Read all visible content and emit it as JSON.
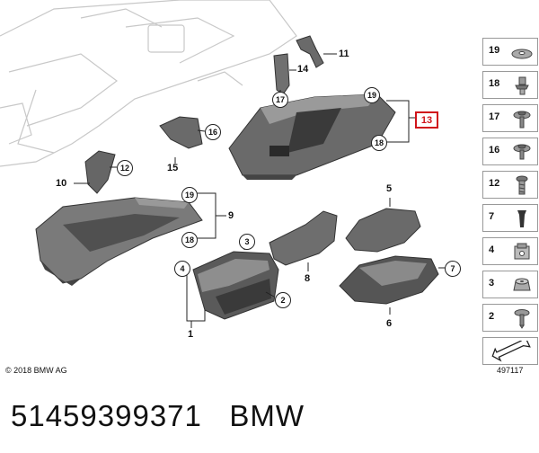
{
  "labels": {
    "l1": "1",
    "l2": "2",
    "l3": "3",
    "l4": "4",
    "l5": "5",
    "l6": "6",
    "l7": "7",
    "l8": "8",
    "l9": "9",
    "l10": "10",
    "l11": "11",
    "l12": "12",
    "l13": "13",
    "l14": "14",
    "l15": "15",
    "l16": "16",
    "l17": "17",
    "l18a": "18",
    "l18b": "18",
    "l19a": "19",
    "l19b": "19"
  },
  "legend": [
    {
      "num": "19",
      "icon": "washer-icon"
    },
    {
      "num": "18",
      "icon": "clip-icon"
    },
    {
      "num": "17",
      "icon": "screw-washer-icon"
    },
    {
      "num": "16",
      "icon": "screw-washer-icon"
    },
    {
      "num": "12",
      "icon": "screw-icon"
    },
    {
      "num": "7",
      "icon": "expanding-rivet-icon"
    },
    {
      "num": "4",
      "icon": "spring-nut-icon"
    },
    {
      "num": "3",
      "icon": "plastic-nut-icon"
    },
    {
      "num": "2",
      "icon": "tapping-screw-icon"
    }
  ],
  "footer": {
    "copyright": "© 2018 BMW AG",
    "diagram_ref": "497117"
  },
  "caption": {
    "part_number": "51459399371",
    "brand": "BMW"
  },
  "colors": {
    "highlight": "#d0141b",
    "part_dark": "#4a4a4a",
    "part_mid": "#7a7a7a",
    "part_light": "#b5b5b5"
  }
}
